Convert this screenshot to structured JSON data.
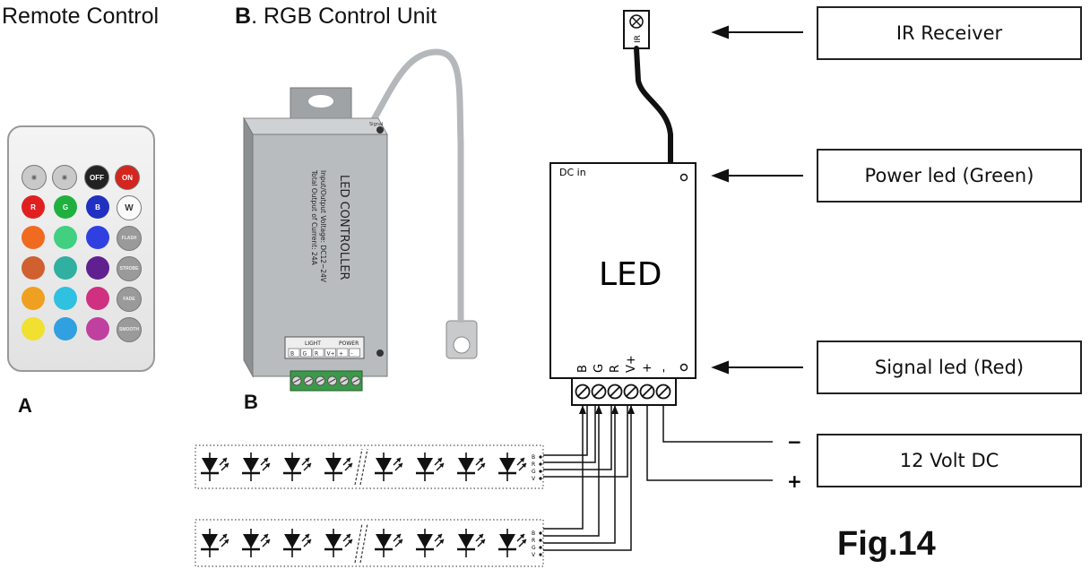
{
  "headings": {
    "remote_title": "Remote Control",
    "unit_title_bold": "B",
    "unit_title_rest": ". RGB Control Unit",
    "label_a": "A",
    "label_b": "B",
    "figure": "Fig.14"
  },
  "remote": {
    "top_row": [
      {
        "label": "",
        "color": "#c9c9c9",
        "icon": "brightness-up-icon"
      },
      {
        "label": "",
        "color": "#c9c9c9",
        "icon": "brightness-down-icon"
      },
      {
        "label": "OFF",
        "color": "#222222"
      },
      {
        "label": "ON",
        "color": "#d4251f"
      }
    ],
    "color_rows": [
      [
        "#e02020",
        "#20b040",
        "#2030c0"
      ],
      [
        "#f06a20",
        "#40d080",
        "#3040e0"
      ],
      [
        "#d06030",
        "#30b0a0",
        "#602090"
      ],
      [
        "#f0a020",
        "#30c0e0",
        "#d03080"
      ],
      [
        "#f0e030",
        "#30a0e0",
        "#c040a0"
      ]
    ],
    "side_buttons": [
      "W",
      "FLASH",
      "STROBE",
      "FADE",
      "SMOOTH"
    ],
    "color_labels": [
      "R",
      "G",
      "B"
    ]
  },
  "controller_photo": {
    "title": "LED CONTROLLER",
    "spec_line1": "Input/Output Voltage: DC12~24V",
    "spec_line2": "Total Output of Current: 24A",
    "light_label": "LIGHT",
    "power_label": "POWER",
    "light_terms": [
      "B",
      "G",
      "R",
      "V+"
    ],
    "power_terms": [
      "+",
      "-"
    ],
    "ir_tag": "Signal"
  },
  "schematic": {
    "dc_in": "DC in",
    "led_text": "LED",
    "ir_text": "IR",
    "terminals": [
      "B",
      "G",
      "R",
      "V+",
      "+",
      "-"
    ],
    "strip_pins": [
      "B",
      "R",
      "G",
      "V"
    ],
    "minus_sign": "−",
    "plus_sign": "+"
  },
  "labels": {
    "ir_receiver": "IR Receiver",
    "power_led": "Power led (Green)",
    "signal_led": "Signal led (Red)",
    "supply": "12 Volt DC"
  },
  "colors": {
    "controller_body": "#b9bcbf",
    "terminal_green": "#3b9a4a",
    "line": "#111111"
  }
}
